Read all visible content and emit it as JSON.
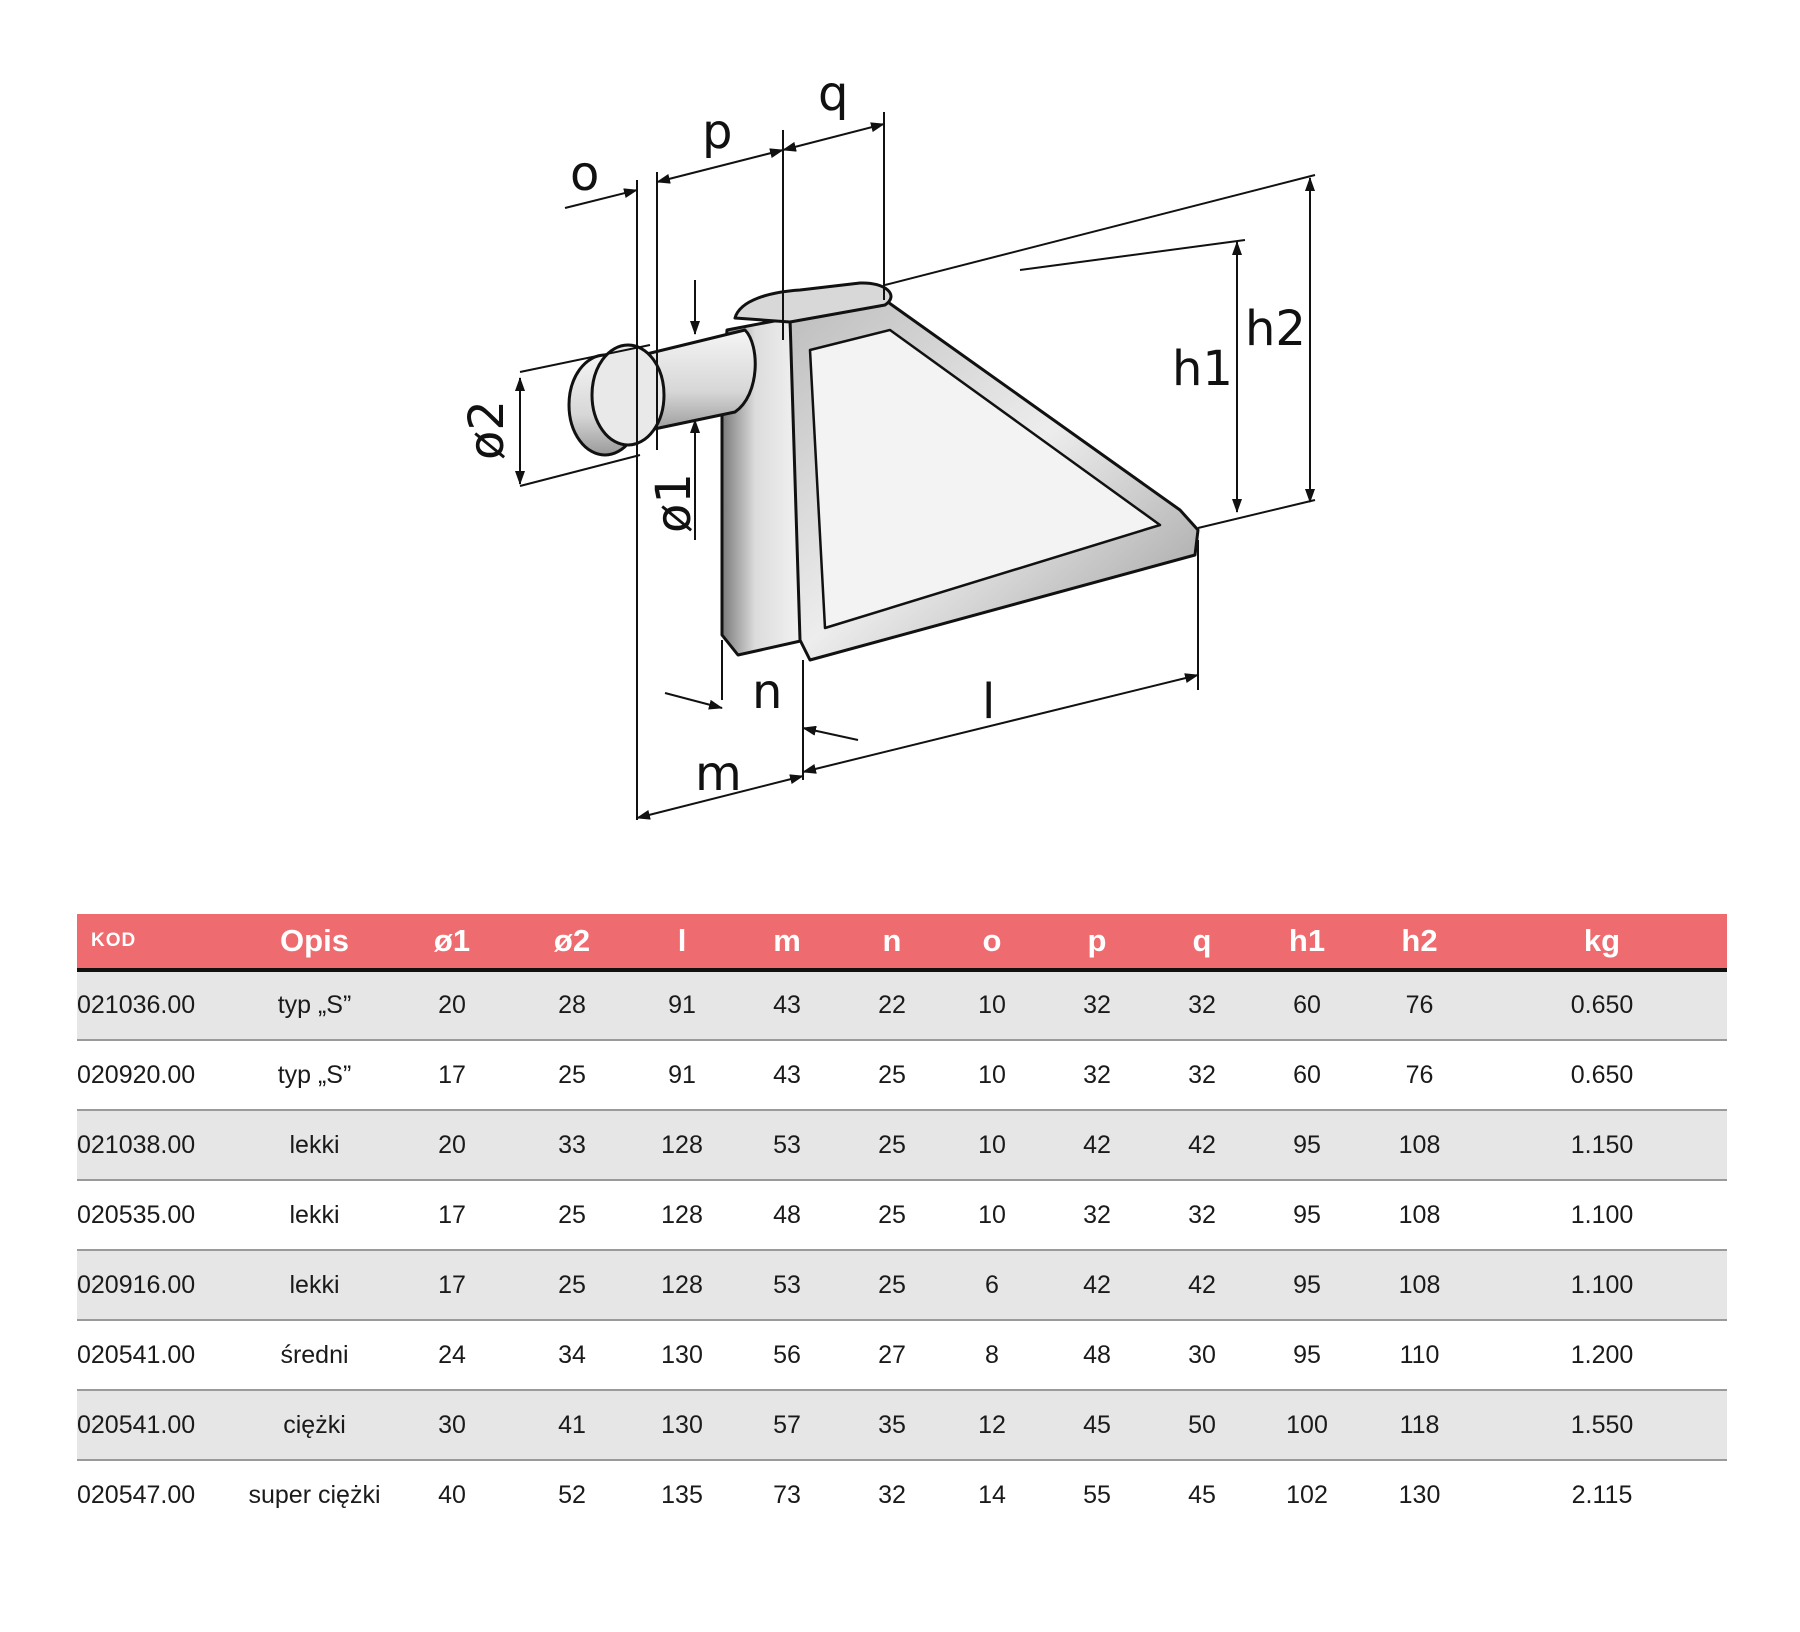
{
  "colors": {
    "header_bg": "#ee6b6f",
    "header_text": "#ffffff",
    "row_shade": "#e6e6e7"
  },
  "drawing": {
    "icon": "hinge-pin-bracket-icon",
    "labels": {
      "o": "o",
      "p": "p",
      "q": "q",
      "h1": "h1",
      "h2": "h2",
      "d1": "ø1",
      "d2": "ø2",
      "n": "n",
      "l": "l",
      "m": "m"
    }
  },
  "table": {
    "headers": [
      "KOD",
      "Opis",
      "ø1",
      "ø2",
      "l",
      "m",
      "n",
      "o",
      "p",
      "q",
      "h1",
      "h2",
      "kg"
    ],
    "rows": [
      [
        "021036.00",
        "typ „S”",
        "20",
        "28",
        "91",
        "43",
        "22",
        "10",
        "32",
        "32",
        "60",
        "76",
        "0.650"
      ],
      [
        "020920.00",
        "typ „S”",
        "17",
        "25",
        "91",
        "43",
        "25",
        "10",
        "32",
        "32",
        "60",
        "76",
        "0.650"
      ],
      [
        "021038.00",
        "lekki",
        "20",
        "33",
        "128",
        "53",
        "25",
        "10",
        "42",
        "42",
        "95",
        "108",
        "1.150"
      ],
      [
        "020535.00",
        "lekki",
        "17",
        "25",
        "128",
        "48",
        "25",
        "10",
        "32",
        "32",
        "95",
        "108",
        "1.100"
      ],
      [
        "020916.00",
        "lekki",
        "17",
        "25",
        "128",
        "53",
        "25",
        "6",
        "42",
        "42",
        "95",
        "108",
        "1.100"
      ],
      [
        "020541.00",
        "średni",
        "24",
        "34",
        "130",
        "56",
        "27",
        "8",
        "48",
        "30",
        "95",
        "110",
        "1.200"
      ],
      [
        "020541.00",
        "ciężki",
        "30",
        "41",
        "130",
        "57",
        "35",
        "12",
        "45",
        "50",
        "100",
        "118",
        "1.550"
      ],
      [
        "020547.00",
        "super ciężki",
        "40",
        "52",
        "135",
        "73",
        "32",
        "14",
        "55",
        "45",
        "102",
        "130",
        "2.115"
      ]
    ]
  }
}
